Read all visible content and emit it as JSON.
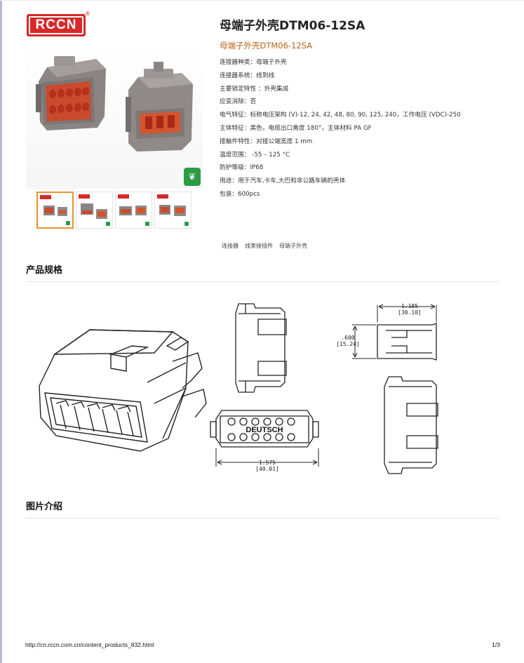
{
  "logo": {
    "text": "RCCN",
    "mark": "®"
  },
  "product": {
    "title": "母端子外壳DTM06-12SA",
    "subtitle": "母端子外壳DTM06-12SA",
    "specs": [
      "连接器种类：母端子外壳",
      "连接器系统：线到线",
      "主要锁定特性 ：外壳集成",
      "应变消除：否",
      "电气特征：标称电压架构 (V)-12, 24, 42, 48, 80, 90, 125, 240，工作电压 (VDC)-250",
      "主体特征：黑色，电缆出口角度 180°，主体材料 PA GF",
      "接触件特性：对接公端宽度 1 mm",
      "温度范围： -55 – 125 °C",
      "防护等级：IP68",
      "用途：用于汽车,卡车,大巴和非公路车辆的壳体",
      "包装：600pcs"
    ],
    "tags": [
      "连接器",
      "线束接插件",
      "母端子外壳"
    ]
  },
  "sections": {
    "spec_title": "产品规格",
    "images_title": "图片介绍"
  },
  "drawing": {
    "dim_top": "1.185",
    "dim_top_mm": "[30.10]",
    "dim_side": ".600",
    "dim_side_mm": "[15.24]",
    "dim_bottom": "1.575",
    "dim_bottom_mm": "[40.01]",
    "face_label": "DEUTSCH"
  },
  "footer": {
    "url": "http://cn.rccn.com.cn/content_products_832.html",
    "page": "1/3"
  },
  "colors": {
    "brand_red": "#d8282a",
    "accent_orange": "#b9621d",
    "eco_green": "#2c9b46"
  }
}
